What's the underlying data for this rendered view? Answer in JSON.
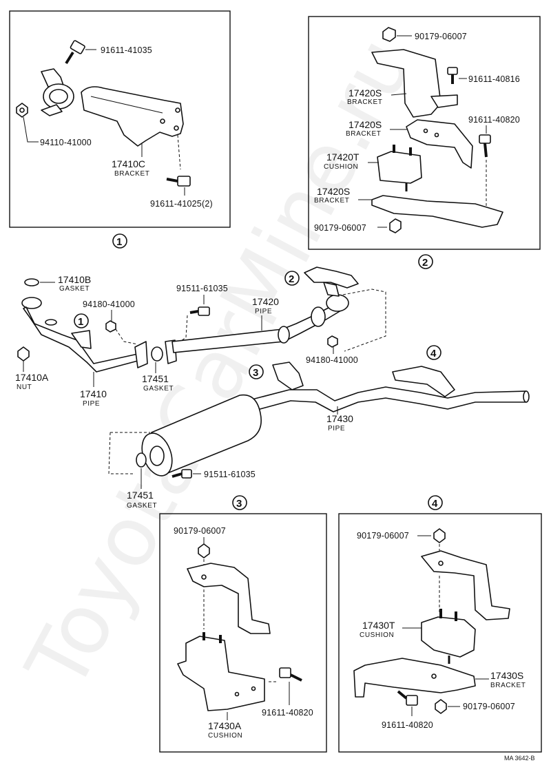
{
  "watermark": "ToyotaCarMine.ru",
  "drawing_code": "MA 3642-B",
  "callouts": {
    "c1": "1",
    "c2": "2",
    "c3": "3",
    "c4": "4"
  },
  "box1": {
    "bolt_top": "91611-41035",
    "nut": "94110-41000",
    "bracket_num": "17410C",
    "bracket_lbl": "BRACKET",
    "bolt_bottom": "91611-41025(2)"
  },
  "box2": {
    "nut_top": "90179-06007",
    "bolt_a": "91611-40816",
    "bracket_a_num": "17420S",
    "bracket_a_lbl": "BRACKET",
    "bracket_b_num": "17420S",
    "bracket_b_lbl": "BRACKET",
    "bolt_b": "91611-40820",
    "cushion_num": "17420T",
    "cushion_lbl": "CUSHION",
    "bracket_c_num": "17420S",
    "bracket_c_lbl": "BRACKET",
    "nut_bottom": "90179-06007"
  },
  "main": {
    "gasket_top_num": "17410B",
    "gasket_top_lbl": "GASKET",
    "bolt_center": "91511-61035",
    "nut_left": "94180-41000",
    "pipe_b_num": "17420",
    "pipe_b_lbl": "PIPE",
    "nut_right": "94180-41000",
    "nut_a_num": "17410A",
    "nut_a_lbl": "NUT",
    "pipe_a_num": "17410",
    "pipe_a_lbl": "PIPE",
    "gasket_mid_num": "17451",
    "gasket_mid_lbl": "GASKET",
    "pipe_c_num": "17430",
    "pipe_c_lbl": "PIPE",
    "bolt_lower": "91511-61035",
    "gasket_low_num": "17451",
    "gasket_low_lbl": "GASKET"
  },
  "box3": {
    "nut": "90179-06007",
    "bolt": "91611-40820",
    "cushion_num": "17430A",
    "cushion_lbl": "CUSHION"
  },
  "box4": {
    "nut_top": "90179-06007",
    "cushion_num": "17430T",
    "cushion_lbl": "CUSHION",
    "bracket_num": "17430S",
    "bracket_lbl": "BRACKET",
    "nut_bottom": "90179-06007",
    "bolt": "91611-40820"
  }
}
